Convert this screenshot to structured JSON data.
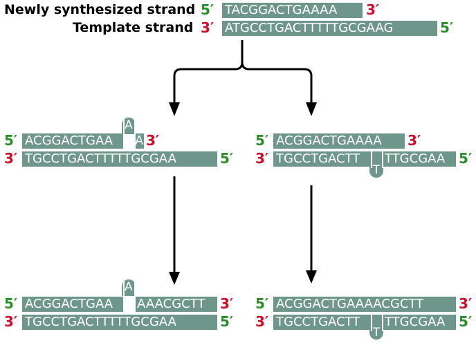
{
  "top": {
    "new_strand_label": "Newly synthesized strand",
    "template_label": "Template strand",
    "new_strand": {
      "left_end": "5′",
      "seq": "TACGGACTGAAAA",
      "right_end": "3′"
    },
    "template_strand": {
      "left_end": "3′",
      "seq": "ATGCCTGACTTTTTGCGAAG",
      "right_end": "5′"
    }
  },
  "left_mid": {
    "bulge": "A",
    "upper": {
      "left_end": "5′",
      "seq_a": "ACGGACTGAA",
      "seq_b": "A",
      "right_end": "3′"
    },
    "lower": {
      "left_end": "3′",
      "seq": "TGCCTGACTTTTTGCGAA",
      "right_end": "5′"
    }
  },
  "right_mid": {
    "bulge": "T",
    "upper": {
      "left_end": "5′",
      "seq": "ACGGACTGAAAA",
      "right_end": "3′"
    },
    "lower": {
      "left_end": "3′",
      "seq_a": "TGCCTGACTT",
      "seq_b": "TTGCGAA",
      "right_end": "5′"
    }
  },
  "left_bottom": {
    "bulge": "A",
    "upper": {
      "left_end": "5′",
      "seq_a": "ACGGACTGAA",
      "seq_b": "AAACGCTT",
      "right_end": "3′"
    },
    "lower": {
      "left_end": "3′",
      "seq": "TGCCTGACTTTTTGCGAA",
      "right_end": "5′"
    }
  },
  "right_bottom": {
    "bulge": "T",
    "upper": {
      "left_end": "5′",
      "seq": "ACGGACTGAAAACGCTT",
      "right_end": "3′"
    },
    "lower": {
      "left_end": "3′",
      "seq_a": "TGCCTGACTT",
      "seq_b": "TTGCGAA",
      "right_end": "5′"
    }
  }
}
